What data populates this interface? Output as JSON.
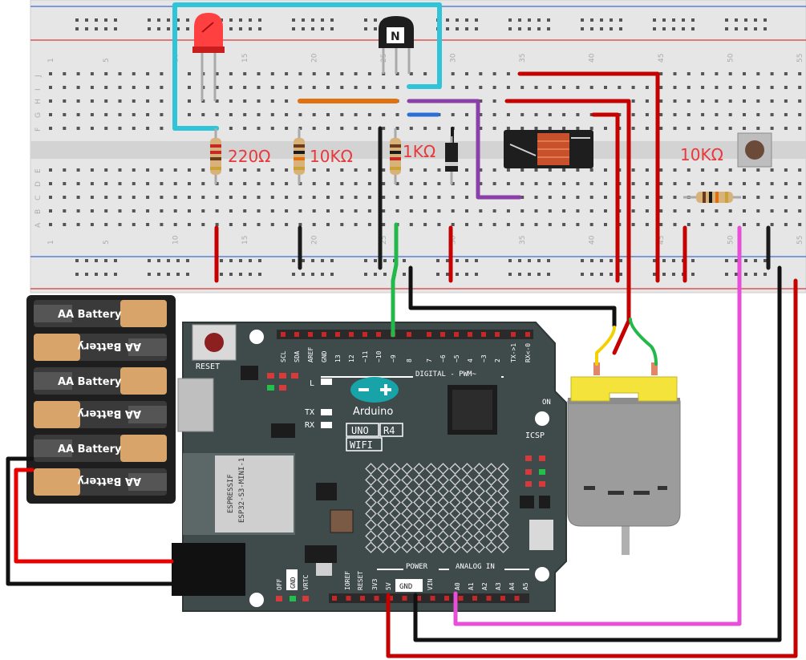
{
  "resistors": {
    "r1": "220Ω",
    "r2": "10KΩ",
    "r3": "1KΩ",
    "r4": "10KΩ"
  },
  "transistor": {
    "mark": "N"
  },
  "battery": {
    "cell_label": "AA Battery"
  },
  "breadboard": {
    "row_letters_top": [
      "J",
      "I",
      "H",
      "G",
      "F"
    ],
    "row_letters_bottom": [
      "E",
      "D",
      "C",
      "B",
      "A"
    ],
    "col_numbers": [
      "1",
      "5",
      "10",
      "15",
      "20",
      "25",
      "30",
      "35",
      "40",
      "45",
      "50",
      "55"
    ]
  },
  "arduino": {
    "reset": "RESET",
    "logo": "Arduino",
    "model_uno": "UNO",
    "model_r4": "R4",
    "model_wifi": "WIFI",
    "digital_header": "DIGITAL - PWM~",
    "power_header": "POWER",
    "analog_header": "ANALOG IN",
    "icsp": "ICSP",
    "on": "ON",
    "tx": "TX",
    "rx": "RX",
    "l": "L",
    "gnd_box": "GND",
    "gnd_small": "GND",
    "off": "OFF",
    "vrtc": "VRTC",
    "ioref": "IOREF",
    "reset_pin": "RESET",
    "v33": "3V3",
    "v5": "5V",
    "vin": "VIN",
    "module_line1": "ESPRESSIF",
    "module_line2": "ESP32-S3-MINI-1",
    "top_pins": [
      "SCL",
      "SDA",
      "AREF",
      "GND",
      "13",
      "12",
      "~11",
      "~10",
      "~9",
      "8",
      "7",
      "~6",
      "~5",
      "4",
      "~3",
      "2",
      "TX->1",
      "RX<-0"
    ],
    "analog_pins": [
      "A0",
      "A1",
      "A2",
      "A3",
      "A4",
      "A5"
    ]
  },
  "colors": {
    "board": "#3f4a4a",
    "wire_red": "#d10000",
    "wire_black": "#1a1a1a",
    "wire_cyan": "#2fc4d8",
    "wire_green": "#22b84a",
    "wire_magenta": "#e84fd8",
    "wire_purple": "#8b3fa8",
    "wire_orange": "#e07010",
    "wire_blue": "#2a6fd6",
    "label_red": "#e8383b"
  }
}
